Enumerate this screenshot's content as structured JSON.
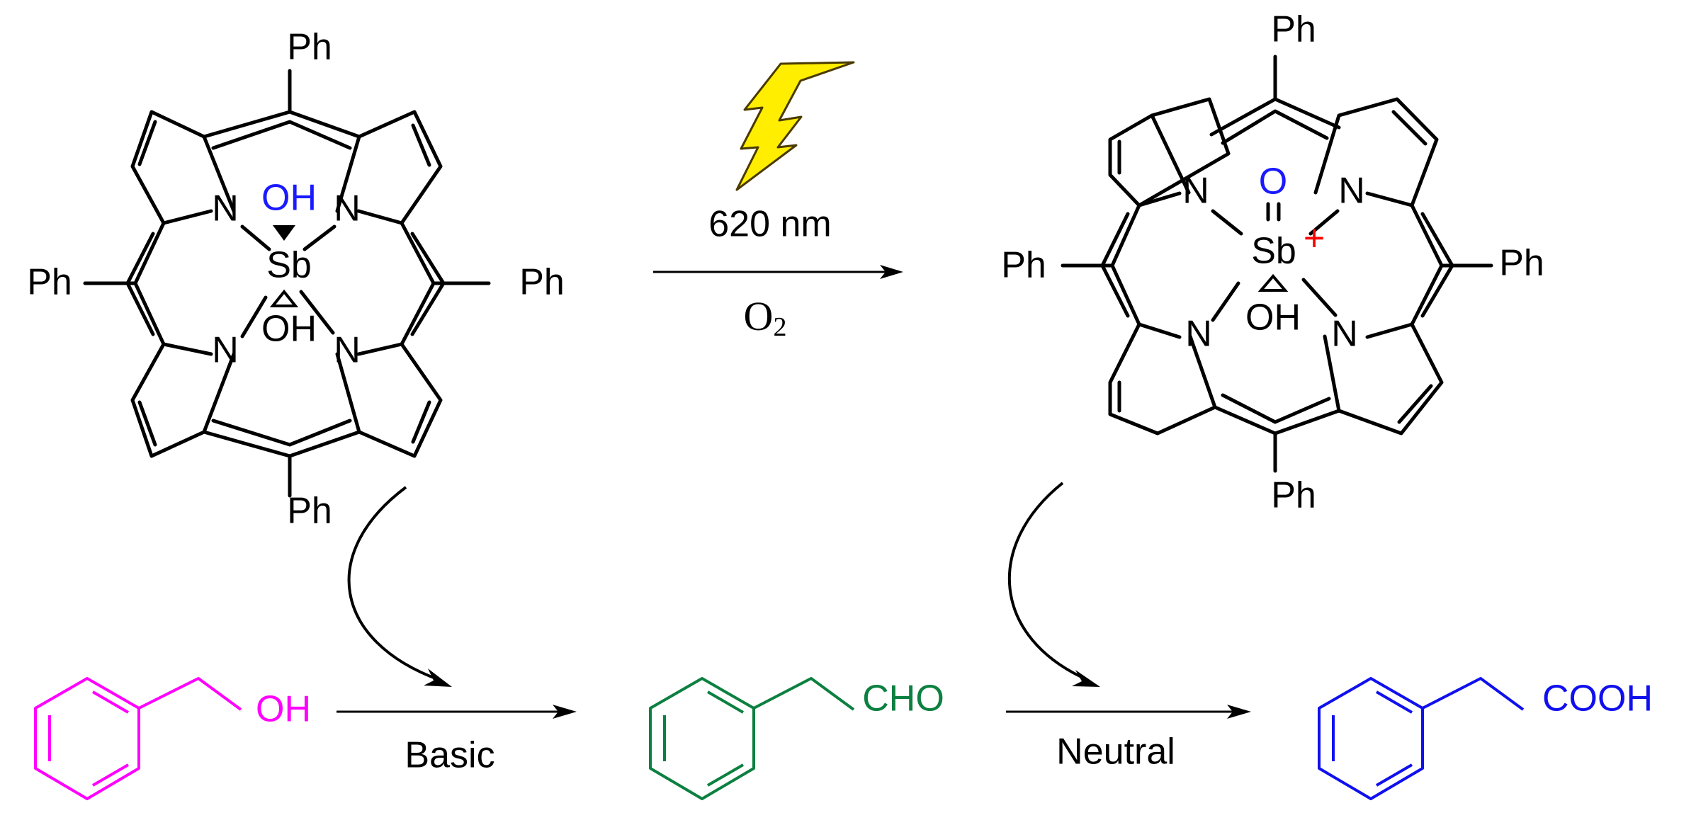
{
  "colors": {
    "black": "#000000",
    "blue": "#1a1aff",
    "red": "#ff0000",
    "magenta": "#ff00ff",
    "green": "#0c8040",
    "product_blue": "#1010ee",
    "lightning_fill": "#ffee00",
    "lightning_stroke": "#4a3a00"
  },
  "left_complex": {
    "meso_label": "Ph",
    "nitrogen_label": "N",
    "metal_label": "Sb",
    "axial_top_label": "OH",
    "axial_bottom_label": "OH"
  },
  "right_complex": {
    "meso_label": "Ph",
    "nitrogen_label": "N",
    "metal_label": "Sb",
    "charge_label": "+",
    "axial_top_label": "O",
    "axial_bottom_label": "OH"
  },
  "reaction_top": {
    "wavelength_label": "620 nm",
    "reagent_main": "O",
    "reagent_sub": "2",
    "light_icon": "lightning-bolt-icon"
  },
  "reaction_bottom": {
    "substrate_label": "OH",
    "step1_condition": "Basic",
    "intermediate_label": "CHO",
    "step2_condition": "Neutral",
    "product_label": "COOH"
  }
}
